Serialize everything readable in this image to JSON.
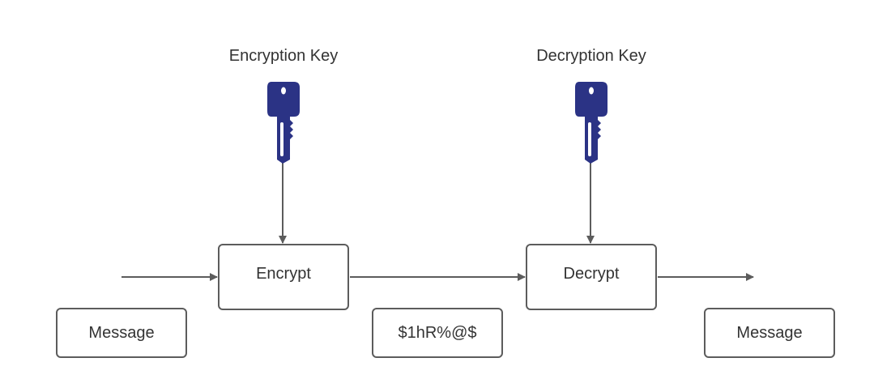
{
  "keys": {
    "encryption_label": "Encryption Key",
    "decryption_label": "Decryption Key"
  },
  "processes": {
    "encrypt_label": "Encrypt",
    "decrypt_label": "Decrypt"
  },
  "messages": {
    "input_label": "Message",
    "ciphertext_label": "$1hR%@$",
    "output_label": "Message"
  },
  "icons": {
    "encryption_key": "key-icon",
    "decryption_key": "key-icon"
  },
  "colors": {
    "key_fill": "#2b3385",
    "box_border": "#5c5c5c",
    "arrow": "#5c5c5c",
    "text": "#333333"
  }
}
